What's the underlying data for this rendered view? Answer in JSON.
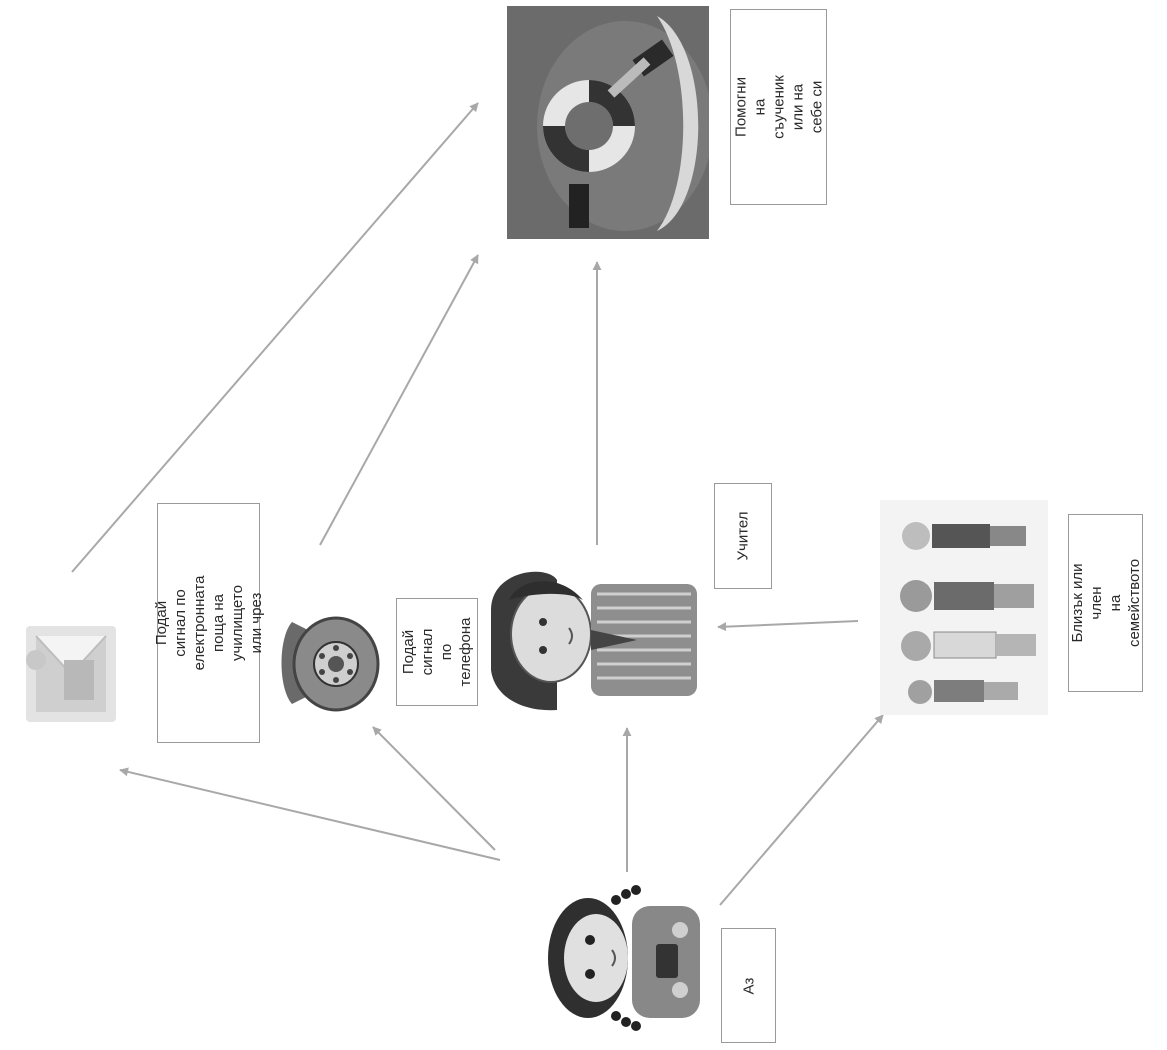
{
  "nodes": {
    "rescue": {
      "label": "Помогни на\nсъученик или на\nсебе си",
      "icon": "life-buoy-icon"
    },
    "email": {
      "label": "Подай сигнал по\nелектронната поща на\nучилището  или чрез",
      "icon": "mail-icon"
    },
    "phone": {
      "label": "Подай сигнал\nпо телефона",
      "icon": "telephone-icon"
    },
    "teacher": {
      "label": "Учител",
      "icon": "teacher-icon"
    },
    "family": {
      "label": "Близък или член\nна семейството",
      "icon": "family-icon"
    },
    "me": {
      "label": "Аз",
      "icon": "girl-icon"
    }
  },
  "edges": [
    {
      "from": "me",
      "to": "email"
    },
    {
      "from": "me",
      "to": "phone"
    },
    {
      "from": "me",
      "to": "teacher"
    },
    {
      "from": "me",
      "to": "family"
    },
    {
      "from": "family",
      "to": "teacher"
    },
    {
      "from": "email",
      "to": "rescue"
    },
    {
      "from": "phone",
      "to": "rescue"
    },
    {
      "from": "teacher",
      "to": "rescue"
    }
  ],
  "colors": {
    "arrow": "#a8a8a8",
    "box_border": "#9a9a9a",
    "text": "#2a2a2a"
  }
}
